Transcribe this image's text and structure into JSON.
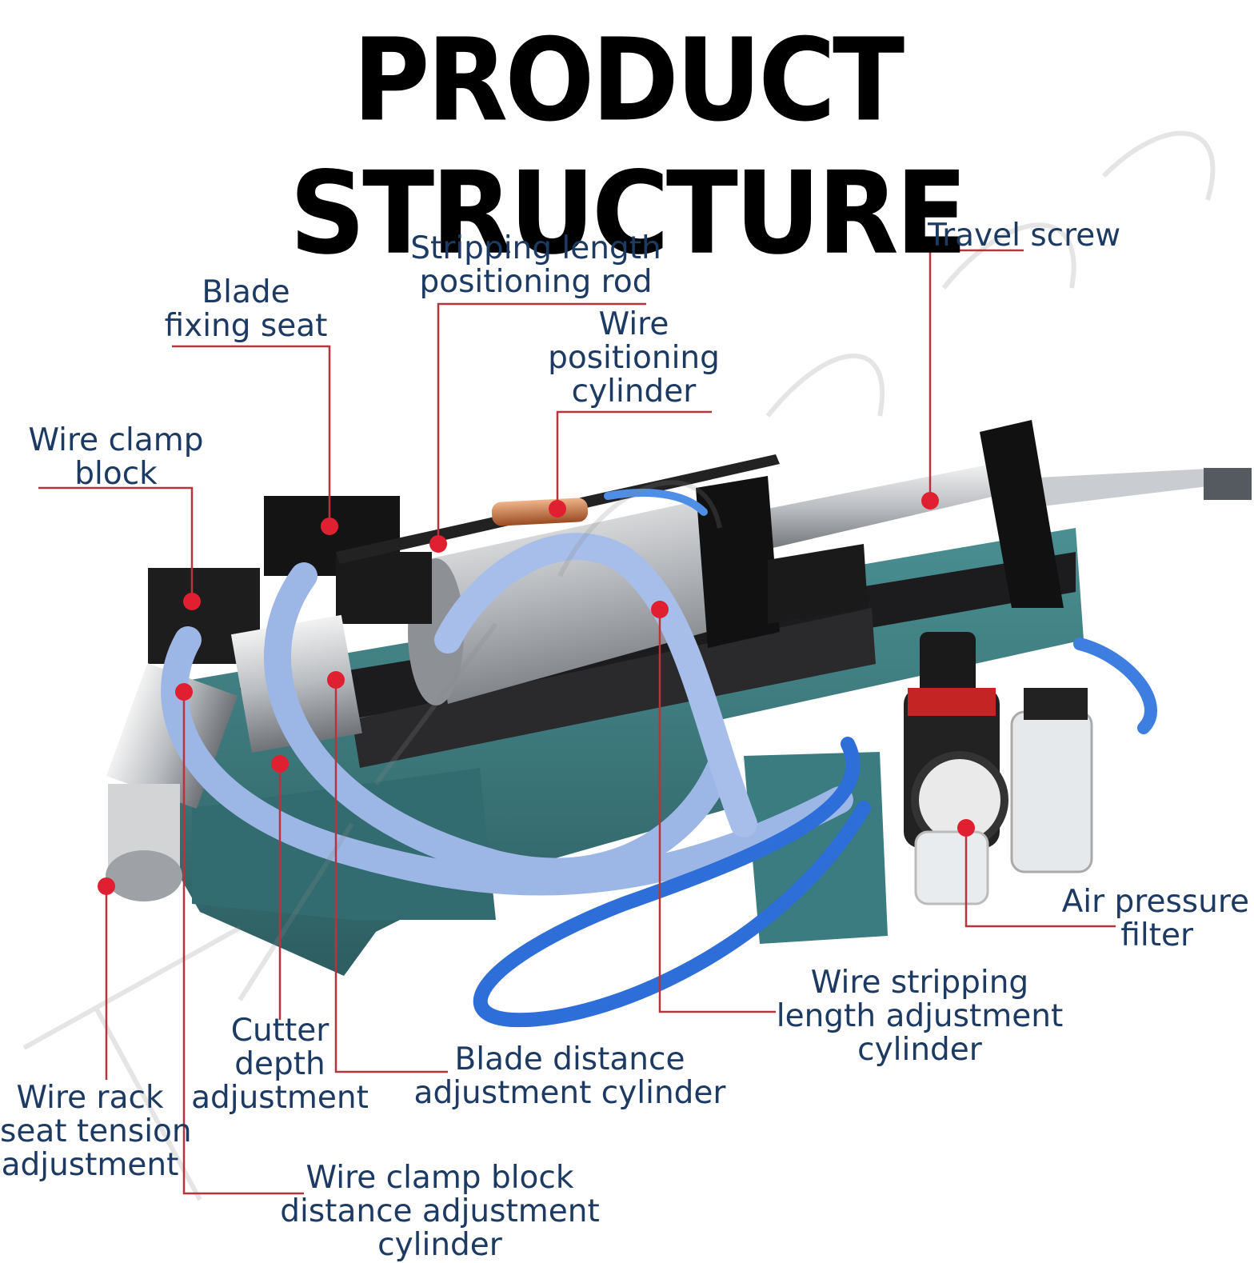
{
  "title": "PRODUCT STRUCTURE",
  "labels": {
    "blade_fixing_seat": [
      "Blade",
      "fixing seat"
    ],
    "stripping_length_rod": [
      "Stripping length",
      "positioning rod"
    ],
    "wire_positioning_cylinder": [
      "Wire",
      "positioning",
      "cylinder"
    ],
    "travel_screw": [
      "Travel screw"
    ],
    "wire_clamp_block": [
      "Wire clamp",
      "block"
    ],
    "air_pressure_filter": [
      "Air pressure",
      "filter"
    ],
    "wire_stripping_length_cylinder": [
      "Wire stripping",
      "length adjustment",
      "cylinder"
    ],
    "cutter_depth_adjustment": [
      "Cutter",
      "depth",
      "adjustment"
    ],
    "blade_distance_cylinder": [
      "Blade distance",
      "adjustment cylinder"
    ],
    "wire_rack_tension": [
      "Wire rack",
      "seat tension",
      "adjustment"
    ],
    "wire_clamp_distance_cylinder": [
      "Wire clamp block",
      "distance adjustment",
      "cylinder"
    ]
  },
  "colors": {
    "label_text": "#1d3a63",
    "leader_line": "#b5343d",
    "marker": "#e02030",
    "machine_base": "#3f7f82",
    "tube": "#3d78d8"
  }
}
